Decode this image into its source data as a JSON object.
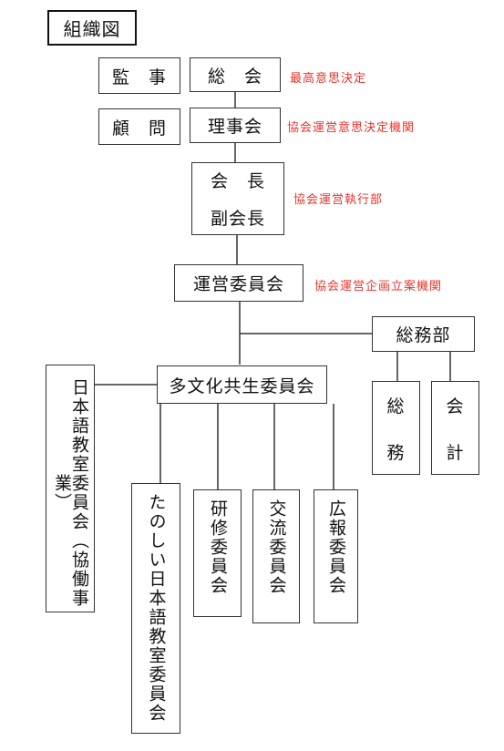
{
  "title": "組織図",
  "boxes": {
    "kansa": "監　事",
    "komon": "顧　問",
    "sokai": "総　会",
    "rijikai": "理事会",
    "kaicho": "会　長",
    "fukukaicho": "副会長",
    "unei": "運営委員会",
    "somubu": "総務部",
    "somu_1": "総",
    "somu_2": "務",
    "kaikei_1": "会",
    "kaikei_2": "計",
    "tabunka": "多文化共生委員会",
    "nihongo": "日本語教室委員会（協働事業）",
    "tanoshii": "たのしい日本語教室委員会",
    "kenshu": "研修委員会",
    "koryu": "交流委員会",
    "koho": "広報委員会"
  },
  "annotations": {
    "sokai": "最高意思決定",
    "rijikai": "協会運営意思決定機関",
    "kaicho": "協会運営執行部",
    "unei": "協会運営企画立案機関"
  },
  "colors": {
    "annotation": "#e8322b",
    "border": "#333333"
  }
}
